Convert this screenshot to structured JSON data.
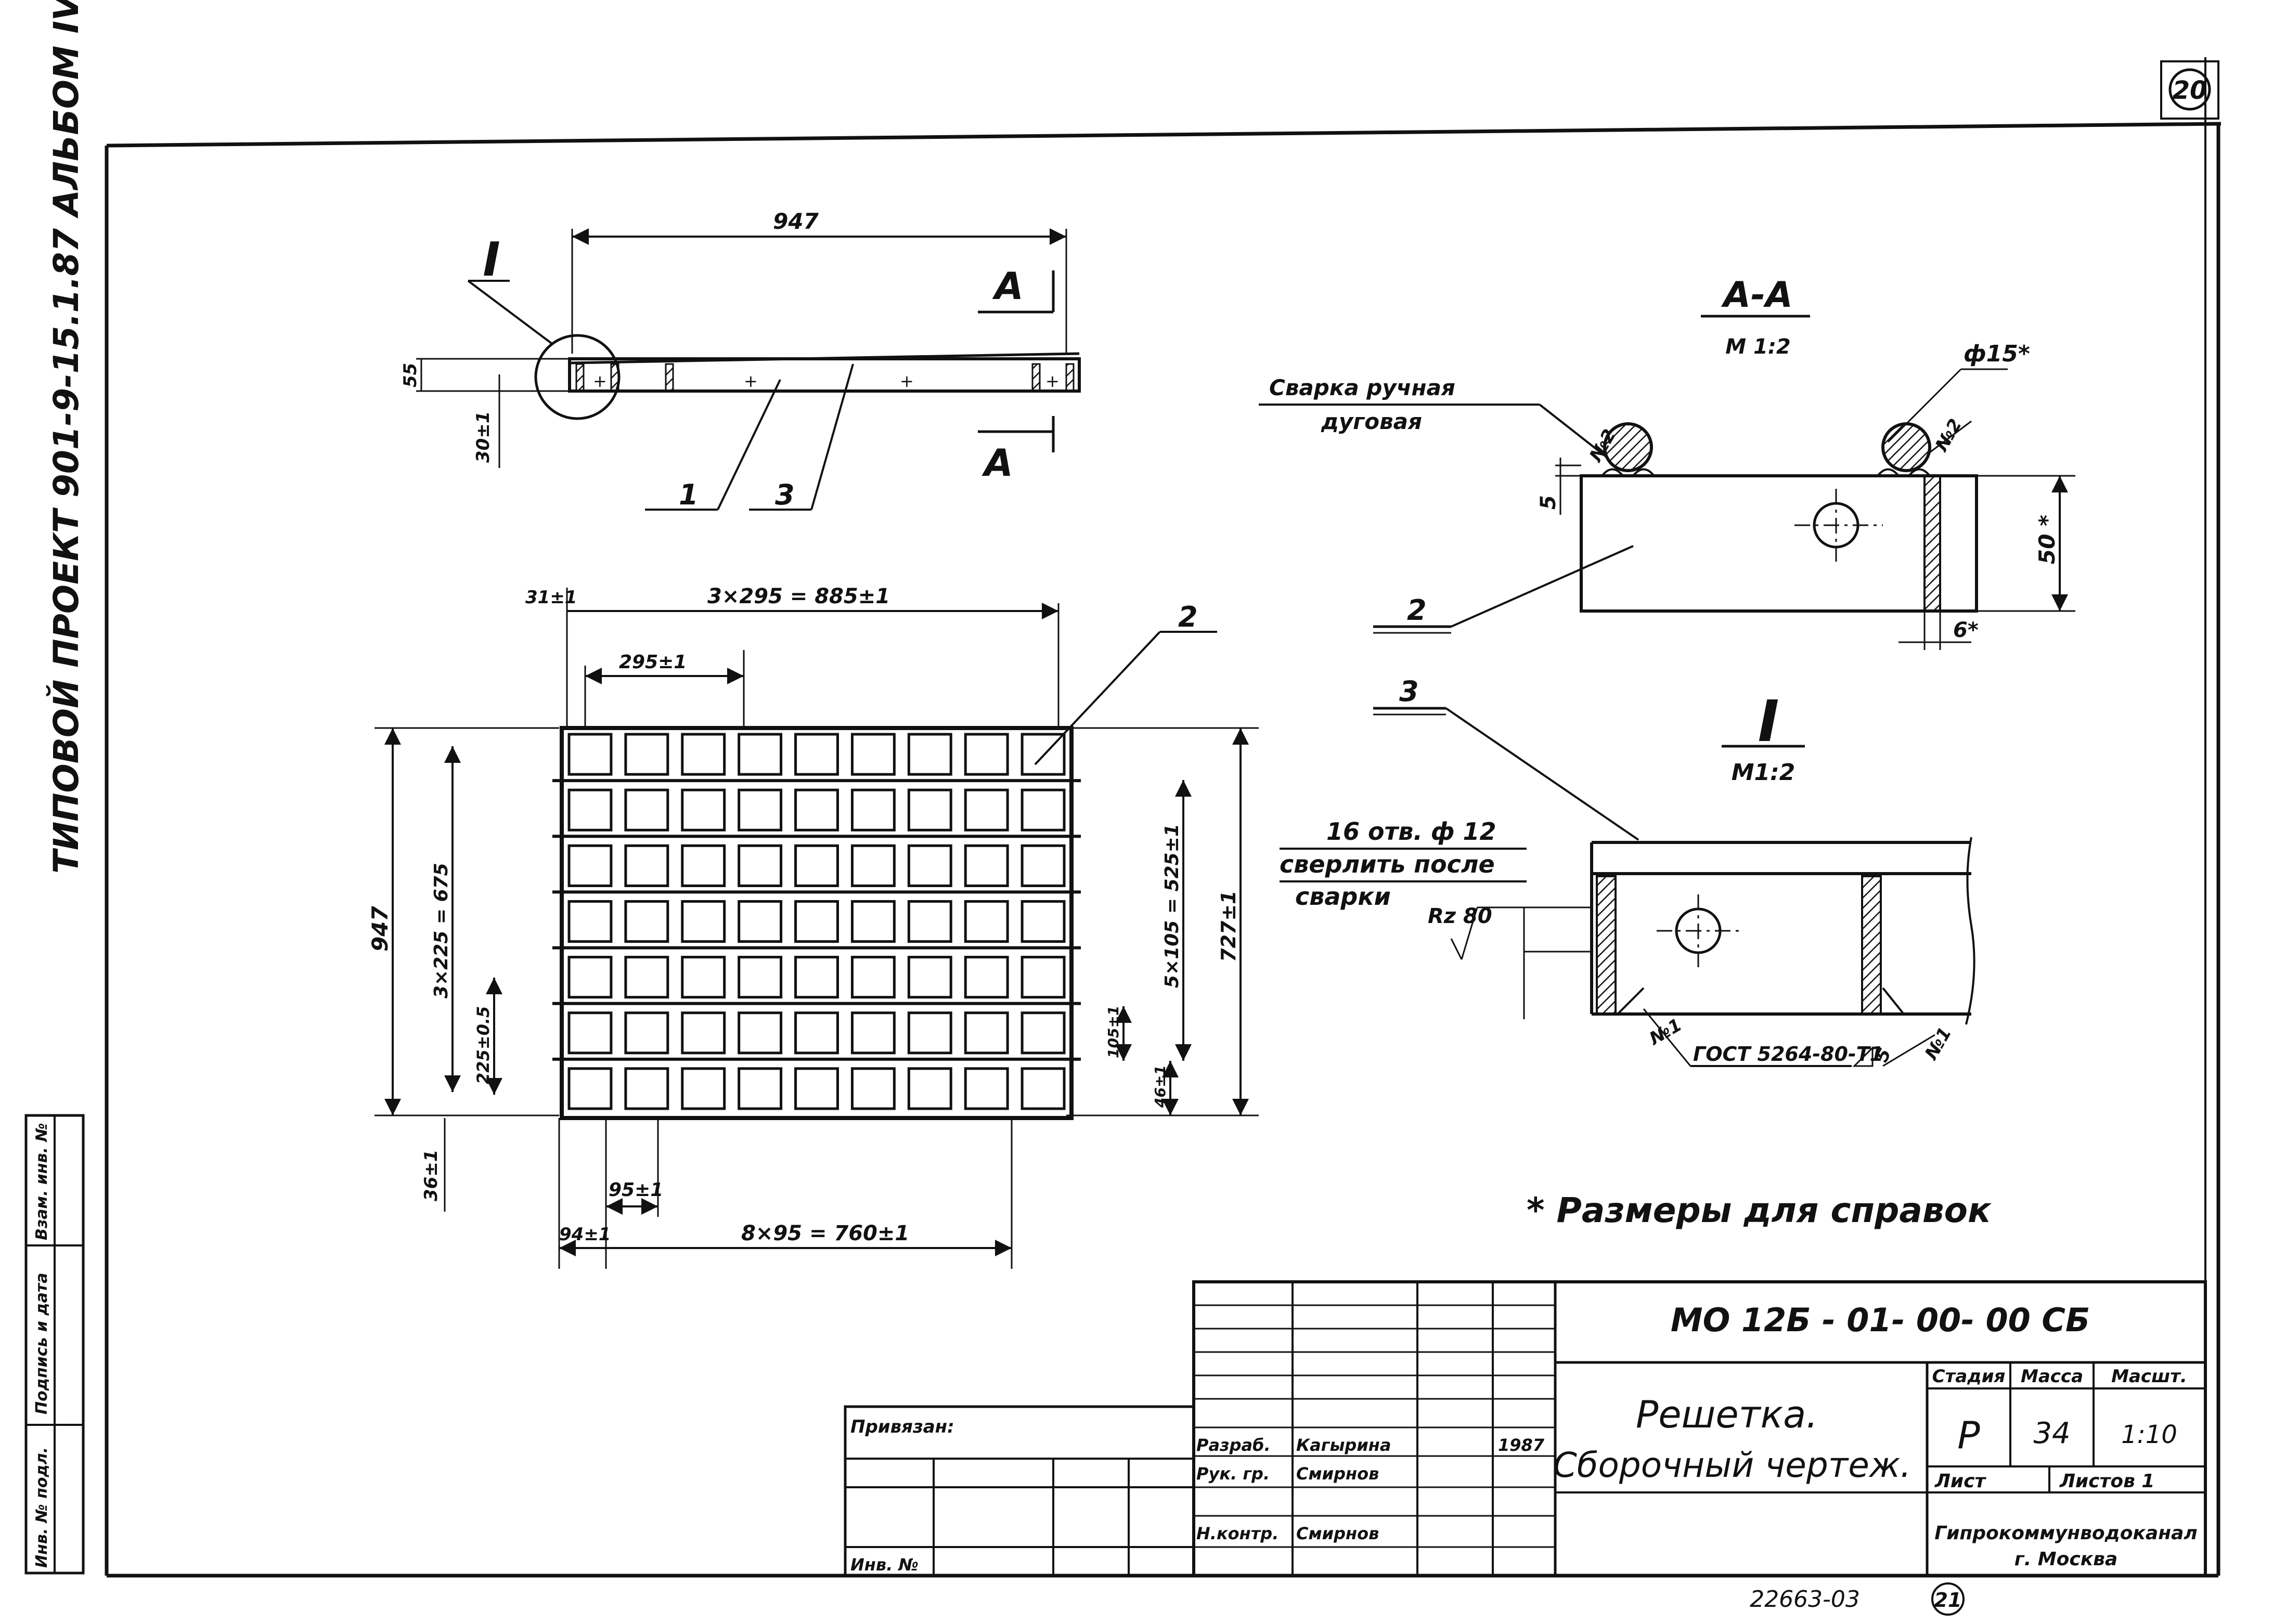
{
  "sheet_number": "20",
  "next_sheet_number": "21",
  "side_title": "ТИПОВОЙ ПРОЕКТ 901-9-15.1.87 АЛЬБОМ IV",
  "side_stamp": [
    "Инв. № подл.",
    "Подпись и дата",
    "Взам. инв. №"
  ],
  "views": {
    "top": {
      "dim_length": "947",
      "dim_height": "55",
      "dim_offset": "30±1",
      "section_mark": "А",
      "detail_mark": "I",
      "leader_1": "1",
      "leader_3": "3"
    },
    "plan": {
      "dim_top_total": "3×295 = 885±1",
      "dim_top_left": "31±1",
      "dim_top_step": "295±1",
      "dim_left_total": "947",
      "dim_left_chain": "3×225 = 675",
      "dim_left_step": "225±0.5",
      "dim_left_bottom": "36±1",
      "dim_right_total": "727±1",
      "dim_right_chain": "5×105 = 525±1",
      "dim_right_step": "105±1",
      "dim_right_bottom": "46±1",
      "dim_bottom_step": "95±1",
      "dim_bottom_left": "94±1",
      "dim_bottom_total": "8×95 = 760±1",
      "leader_2": "2"
    },
    "section_aa": {
      "title": "А-А",
      "scale": "М 1:2",
      "weld_note_1": "Сварка ручная",
      "weld_note_2": "дуговая",
      "weld_mark_left": "№2",
      "weld_mark_right": "№2",
      "diameter": "ф15*",
      "dim_5": "5",
      "dim_50": "50 *",
      "dim_6": "6*",
      "leader_2": "2"
    },
    "detail_1": {
      "title": "I",
      "scale": "М1:2",
      "leader_3": "3",
      "holes_note_1": "16 отв. ф 12",
      "holes_note_2": "сверлить после",
      "holes_note_3": "сварки",
      "roughness": "Rz 80",
      "weld_left": "№1",
      "weld_right": "№1",
      "weld_standard": "ГОСТ 5264-80-Т1",
      "weld_leg": "5"
    }
  },
  "reference_note": "* Размеры для справок",
  "title_block": {
    "designation": "МО 12Б - 01- 00- 00 СБ",
    "title_line_1": "Решетка.",
    "title_line_2": "Сборочный чертеж.",
    "stage_label": "Стадия",
    "mass_label": "Масса",
    "scale_label": "Масшт.",
    "stage_value": "Р",
    "mass_value": "34",
    "scale_value": "1:10",
    "sheet_label": "Лист",
    "sheets_label": "Листов 1",
    "bound_label": "Привязан:",
    "inv_label": "Инв. №",
    "roles": [
      {
        "role": "Разраб.",
        "name": "Кагырина",
        "date": "1987"
      },
      {
        "role": "Рук. гр.",
        "name": "Смирнов",
        "date": ""
      },
      {
        "role": "Н.контр.",
        "name": "Смирнов",
        "date": ""
      }
    ],
    "organization_1": "Гипрокоммунводоканал",
    "organization_2": "г. Москва"
  },
  "archive_number": "22663-03"
}
